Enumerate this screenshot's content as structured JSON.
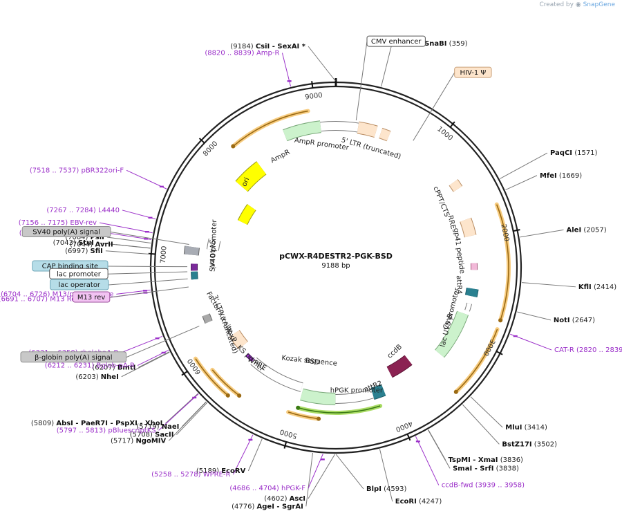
{
  "app": {
    "credit_prefix": "Created by",
    "credit_brand": "SnapGene"
  },
  "plasmid": {
    "name": "pCWX-R4DESTR2-PGK-BSD",
    "size_label": "9188 bp",
    "length": 9188
  },
  "ticks": [
    1000,
    2000,
    3000,
    4000,
    5000,
    6000,
    7000,
    8000,
    9000
  ],
  "enzymes": [
    {
      "name": "CsiI  -  SexAI *",
      "num": "(9184)",
      "bp": 9184
    },
    {
      "name": "BsaAI  -  SnaBI",
      "num": "(359)",
      "bp": 359
    },
    {
      "name": "PaqCI",
      "num": "(1571)",
      "bp": 1571
    },
    {
      "name": "MfeI",
      "num": "(1669)",
      "bp": 1669
    },
    {
      "name": "AleI",
      "num": "(2057)",
      "bp": 2057
    },
    {
      "name": "KflI",
      "num": "(2414)",
      "bp": 2414
    },
    {
      "name": "NotI",
      "num": "(2647)",
      "bp": 2647
    },
    {
      "name": "MluI",
      "num": "(3414)",
      "bp": 3414
    },
    {
      "name": "BstZ17I",
      "num": "(3502)",
      "bp": 3502
    },
    {
      "name": "TspMI  -  XmaI",
      "num": "(3836)",
      "bp": 3836
    },
    {
      "name": "SmaI  -  SrfI",
      "num": "(3838)",
      "bp": 3838
    },
    {
      "name": "EcoRI",
      "num": "(4247)",
      "bp": 4247
    },
    {
      "name": "BlpI",
      "num": "(4593)",
      "bp": 4593
    },
    {
      "name": "AscI",
      "num": "(4602)",
      "bp": 4602
    },
    {
      "name": "AgeI  -  SgrAI",
      "num": "(4776)",
      "bp": 4776
    },
    {
      "name": "EcoRV",
      "num": "(5189)",
      "bp": 5189
    },
    {
      "name": "SacII",
      "num": "(5708)",
      "bp": 5708
    },
    {
      "name": "NgoMIV",
      "num": "(5717)",
      "bp": 5717
    },
    {
      "name": "NaeI",
      "num": "(5719)",
      "bp": 5719
    },
    {
      "name": "AbsI  -  PaeR7I  -  PspXI  -  XhoI",
      "num": "(5809)",
      "bp": 5809
    },
    {
      "name": "NheI",
      "num": "(6203)",
      "bp": 6203
    },
    {
      "name": "BmtI",
      "num": "(6207)",
      "bp": 6207
    },
    {
      "name": "SfiI",
      "num": "(6997)",
      "bp": 6997
    },
    {
      "name": "StuI",
      "num": "(7043)",
      "bp": 7043
    },
    {
      "name": "AvrII",
      "num": "(7044)",
      "bp": 7044
    },
    {
      "name": "PsiI",
      "num": "(7084)",
      "bp": 7084
    }
  ],
  "primers": [
    {
      "name": "Amp-R",
      "range": "(8820 .. 8839)",
      "bp": 8830
    },
    {
      "name": "CAT-R",
      "range": "(2820 .. 2839)",
      "bp": 2830
    },
    {
      "name": "ccdB-fwd",
      "range": "(3939 .. 3958)",
      "bp": 3948
    },
    {
      "name": "hPGK-F",
      "range": "(4686 .. 4704)",
      "bp": 4695
    },
    {
      "name": "WPRE-R",
      "range": "(5258 .. 5278)",
      "bp": 5268
    },
    {
      "name": "pBluescriptKS",
      "range": "(5797 .. 5813)",
      "bp": 5805
    },
    {
      "name": "Bglob-pA-R",
      "range": "(6212 .. 6231)",
      "bp": 6221
    },
    {
      "name": "rbglobpA-R",
      "range": "(6331 .. 6350)",
      "bp": 6340
    },
    {
      "name": "M13 Reverse",
      "range": "(6691 .. 6707)",
      "bp": 6699
    },
    {
      "name": "M13/pUC Reverse",
      "range": "(6704 .. 6726)",
      "bp": 6715
    },
    {
      "name": "SV40pA-R",
      "range": "(7102 .. 7121)",
      "bp": 7111
    },
    {
      "name": "EBV-rev",
      "range": "(7156 .. 7175)",
      "bp": 7165
    },
    {
      "name": "L4440",
      "range": "(7267 .. 7284)",
      "bp": 7275
    },
    {
      "name": "pBR322ori-F",
      "range": "(7518 .. 7537)",
      "bp": 7527
    }
  ],
  "boxed_features": [
    {
      "name": "CMV enhancer",
      "fill": "#ffffff",
      "stroke": "#555555",
      "bp": 200
    },
    {
      "name": "HIV-1 Ψ",
      "fill": "#fde5cc",
      "stroke": "#c9a079",
      "bp": 800
    },
    {
      "name": "SV40 poly(A) signal",
      "fill": "#c8c8c8",
      "stroke": "#8f8f8f",
      "bp": 7120
    },
    {
      "name": "CAP binding site",
      "fill": "#b6dde8",
      "stroke": "#6fa7b8",
      "bp": 6900
    },
    {
      "name": "lac promoter",
      "fill": "#ffffff",
      "stroke": "#555555",
      "bp": 6850
    },
    {
      "name": "lac operator",
      "fill": "#b6dde8",
      "stroke": "#6fa7b8",
      "bp": 6780
    },
    {
      "name": "M13 rev",
      "fill": "#f2c3f2",
      "stroke": "#9b4c9b",
      "bp": 6700
    },
    {
      "name": "β-globin poly(A) signal",
      "fill": "#c8c8c8",
      "stroke": "#8f8f8f",
      "bp": 6300
    }
  ],
  "inner_labels": [
    {
      "text": "AmpR promoter",
      "bp": 9020,
      "rot": 8
    },
    {
      "text": "5' LTR (truncated)",
      "bp": 420,
      "rot": 16
    },
    {
      "text": "AmpR",
      "bp": 8510,
      "rot": -28
    },
    {
      "text": "cPPT/CTS",
      "bp": 1480,
      "rot": 68
    },
    {
      "text": "RRE",
      "bp": 1750,
      "rot": 76
    },
    {
      "text": "gp41 peptide",
      "bp": 2100,
      "rot": 82
    },
    {
      "text": "attR4",
      "bp": 2500,
      "rot": 88
    },
    {
      "text": "lac UV5 promoter",
      "bp": 2900,
      "rot": -76
    },
    {
      "text": "CmR",
      "bp": 2950,
      "rot": -70
    },
    {
      "text": "ccdB",
      "bp": 3700,
      "rot": -42
    },
    {
      "text": "attR2",
      "bp": 4150,
      "rot": -22
    },
    {
      "text": "hPGK promoter",
      "bp": 4350,
      "rot": 0
    },
    {
      "text": "BSD",
      "bp": 4950,
      "rot": 8
    },
    {
      "text": "WPRE",
      "bp": 5600,
      "rot": 30
    },
    {
      "text": "KS primer",
      "bp": 5700,
      "rot": 44
    },
    {
      "text": "loxP",
      "bp": 6050,
      "rot": 62
    },
    {
      "text": "3' LTR (truncated)",
      "bp": 6200,
      "rot": 70
    },
    {
      "text": "Factor Xa site",
      "bp": 6350,
      "rot": 60
    },
    {
      "text": "Kozak sequence",
      "bp": 5000,
      "rot": 6
    },
    {
      "text": "SV40 ori",
      "bp": 7050,
      "rot": 88
    },
    {
      "text": "SV40 promoter",
      "bp": 7150,
      "rot": -88
    },
    {
      "text": "ori",
      "bp": 8000,
      "rot": -68
    }
  ],
  "colors": {
    "backbone": "#222222",
    "enzyme_line": "#777777",
    "primer": "#9b30c9",
    "amp": "#ccf2cc",
    "ori": "#ffff00",
    "ltr": "#fde5cc",
    "cmr": "#ccf2cc",
    "ccdb": "#8b2252",
    "att": "#2a8090",
    "sv40": "#ffff00",
    "orf": "#f6c36a",
    "orf_stroke": "#9a6a14"
  }
}
